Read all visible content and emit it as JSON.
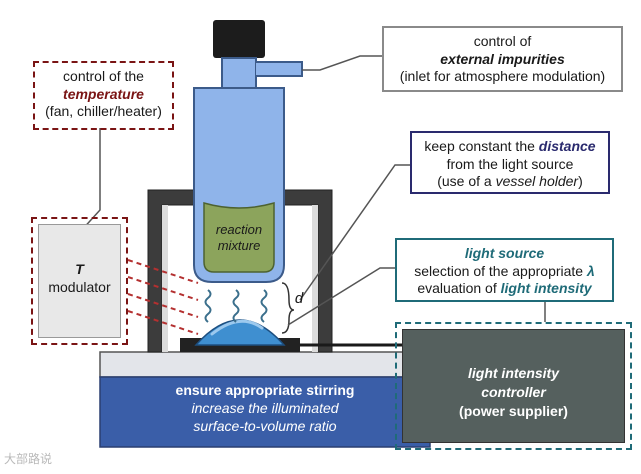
{
  "labels": {
    "temperature": {
      "line1": "control of the",
      "emphasis": "temperature",
      "line3": "(fan, chiller/heater)",
      "color": "#7a1414"
    },
    "impurities": {
      "line1": "control of",
      "emphasis": "external impurities",
      "line3": "(inlet for atmosphere modulation)",
      "color": "#1a1a1a"
    },
    "distance": {
      "line1_pre": "keep constant the ",
      "emphasis": "distance",
      "line2": "from the light source",
      "line3_pre": "(use of a ",
      "line3_em": "vessel holder",
      "line3_post": ")",
      "color": "#2a2a6e"
    },
    "light": {
      "title": "light source",
      "line2_pre": "selection of the appropriate ",
      "lambda": "λ",
      "line3_pre": "evaluation of ",
      "line3_em": "light intensity",
      "color": "#1f6b78"
    },
    "modulator": {
      "symbol": "T",
      "text": "modulator"
    },
    "reaction": {
      "line1": "reaction",
      "line2": "mixture"
    },
    "distance_symbol": "d",
    "stirring": {
      "line1": "ensure appropriate stirring",
      "line2": "increase the illuminated",
      "line3": "surface-to-volume ratio"
    },
    "controller": {
      "line1": "light intensity",
      "line2": "controller",
      "line3": "(power supplier)"
    },
    "watermark": "大部路说"
  },
  "colors": {
    "vessel": "#8fb4ea",
    "vessel_stroke": "#3c5b8a",
    "mixture": "#8ca45c",
    "holder": "#3c3c3c",
    "base": "#3a5ea8",
    "base_top": "#e3e5ea",
    "controller": "#55605e",
    "led": "#3f8fd0",
    "heat_line": "#b43030",
    "stir_wave": "#3b6f8c"
  }
}
